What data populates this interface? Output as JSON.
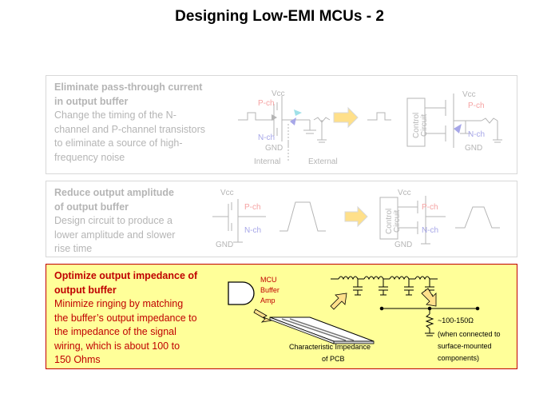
{
  "page": {
    "title": "Designing Low-EMI MCUs - 2"
  },
  "panel1": {
    "heading": [
      "Eliminate pass-through current",
      "in output buffer"
    ],
    "body": [
      "Change the timing of the N-",
      "channel and P-channel transistors",
      "to eliminate a source of high-",
      "frequency noise"
    ],
    "labels": {
      "vcc": "Vcc",
      "pch": "P-ch",
      "nch": "N-ch",
      "gnd": "GND",
      "internal": "Internal",
      "external": "External",
      "control": "Control",
      "circuit": "Circuit"
    }
  },
  "panel2": {
    "heading": [
      "Reduce output amplitude",
      "of output buffer"
    ],
    "body": [
      "Design circuit to produce a",
      "lower amplitude and slower",
      "rise time"
    ],
    "labels": {
      "vcc": "Vcc",
      "pch": "P-ch",
      "nch": "N-ch",
      "gnd": "GND",
      "control": "Control",
      "circuit": "Circuit"
    }
  },
  "panel3": {
    "heading": [
      "Optimize output impedance of",
      "output buffer"
    ],
    "body": [
      "Minimize ringing by matching",
      "the buffer’s output impedance to",
      "the impedance of the signal",
      "wiring, which is about 100 to",
      "150 Ohms"
    ],
    "labels": {
      "mcu": "MCU",
      "buffer": "Buffer",
      "amp": "Amp",
      "char1": "Characteristic Impedance",
      "char2": "of PCB",
      "ohm": "~100-150Ω",
      "note": [
        "(when connected to",
        "surface-mounted",
        "components)"
      ]
    }
  },
  "colors": {
    "faded_text": "#b5b5b5",
    "faded_red": "#f5a3a3",
    "faded_blue": "#a7a7e8",
    "active_text": "#c00000",
    "active_bg": "#ffff99",
    "arrow_fill": "#ffe08a"
  }
}
